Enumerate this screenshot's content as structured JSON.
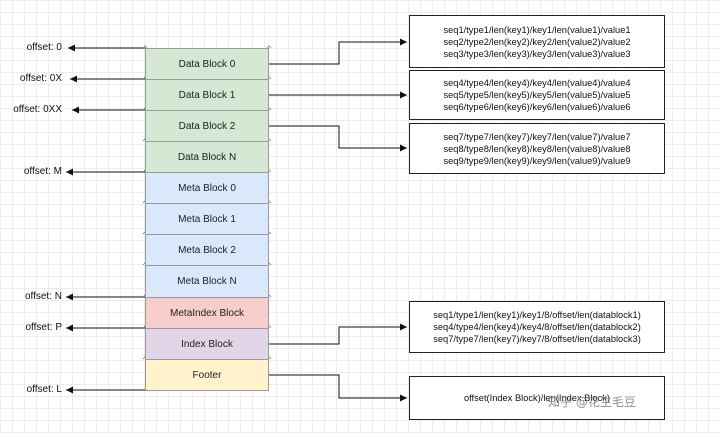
{
  "colors": {
    "data_block": "#d5e8d4",
    "meta_block": "#dae8fc",
    "metaindex_block": "#f8cecc",
    "index_block": "#e1d5e7",
    "footer": "#fff2cc"
  },
  "blocks": [
    {
      "label": "Data Block 0",
      "kind": "data_block"
    },
    {
      "label": "Data Block 1",
      "kind": "data_block"
    },
    {
      "label": "Data Block 2",
      "kind": "data_block"
    },
    {
      "label": "Data Block N",
      "kind": "data_block"
    },
    {
      "label": "Meta Block 0",
      "kind": "meta_block"
    },
    {
      "label": "Meta Block 1",
      "kind": "meta_block"
    },
    {
      "label": "Meta Block 2",
      "kind": "meta_block"
    },
    {
      "label": "Meta Block N",
      "kind": "meta_block"
    },
    {
      "label": "MetaIndex Block",
      "kind": "metaindex_block"
    },
    {
      "label": "Index Block",
      "kind": "index_block"
    },
    {
      "label": "Footer",
      "kind": "footer"
    }
  ],
  "offsets": [
    "offset: 0",
    "offset: 0X",
    "offset: 0XX",
    "offset: M",
    "offset: N",
    "offset: P",
    "offset: L"
  ],
  "notes": [
    {
      "lines": [
        "seq1/type1/len(key1)/key1/len(value1)/value1",
        "seq2/type2/len(key2)/key2/len(value2)/value2",
        "seq3/type3/len(key3)/key3/len(value3)/value3"
      ]
    },
    {
      "lines": [
        "seq4/type4/len(key4)/key4/len(value4)/value4",
        "seq5/type5/len(key5)/key5/len(value5)/value5",
        "seq6/type6/len(key6)/key6/len(value6)/value6"
      ]
    },
    {
      "lines": [
        "seq7/type7/len(key7)/key7/len(value7)/value7",
        "seq8/type8/len(key8)/key8/len(value8)/value8",
        "seq9/type9/len(key9)/key9/len(value9)/value9"
      ]
    },
    {
      "lines": [
        "seq1/type1/len(key1)/key1/8/offset/len(datablock1)",
        "seq4/type4/len(key4)/key4/8/offset/len(datablock2)",
        "seq7/type7/len(key7)/key7/8/offset/len(datablock3)"
      ]
    },
    {
      "lines": [
        "offset(Index Block)/len(Index Block)"
      ]
    }
  ],
  "watermark": "知乎 @花生毛豆"
}
